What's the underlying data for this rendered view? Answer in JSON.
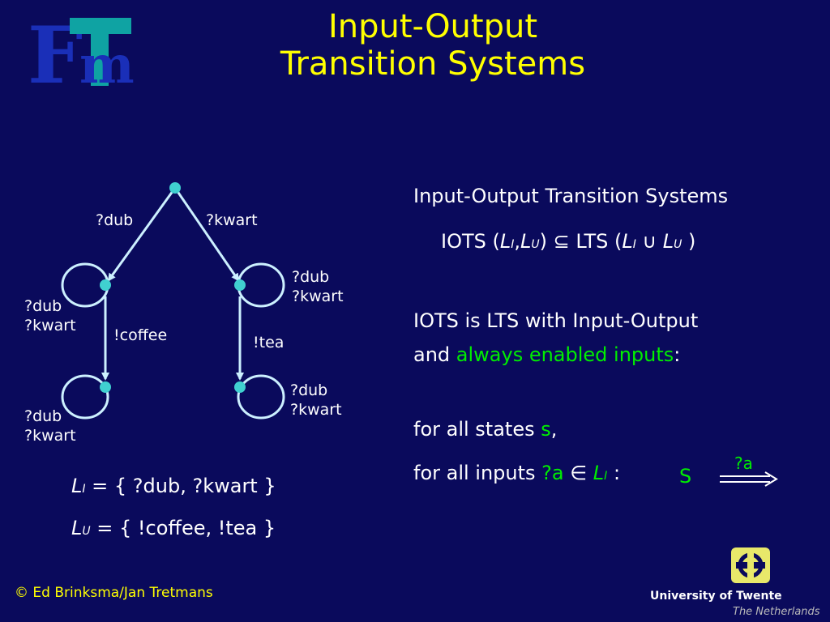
{
  "slide": {
    "logo_text": "Fm",
    "title_line1": "Input-Output",
    "title_line2": "Transition Systems"
  },
  "diagram": {
    "edge_labels": {
      "root_left": "?dub",
      "root_right": "?kwart",
      "left_down": "!coffee",
      "right_down": "!tea"
    },
    "loop_labels": {
      "left_mid": [
        "?dub",
        "?kwart"
      ],
      "right_mid": [
        "?dub",
        "?kwart"
      ],
      "left_bottom": [
        "?dub",
        "?kwart"
      ],
      "right_bottom": [
        "?dub",
        "?kwart"
      ]
    },
    "node_color": "#40d0d0",
    "edge_color": "#ccf0ff"
  },
  "sets": {
    "li_symbol": "L",
    "li_sub": "I",
    "li_value": "=  { ?dub, ?kwart }",
    "lu_symbol": "L",
    "lu_sub": "U",
    "lu_value": "=  { !coffee, !tea }"
  },
  "right_text": {
    "heading": "Input-Output Transition Systems",
    "iots_def_left": "IOTS (",
    "iots_def_mid": "  ⊆   LTS (",
    "iots_def_union": " ∪ ",
    "iots_line1": "IOTS is LTS with Input-Output",
    "iots_line2_prefix": "and ",
    "iots_line2_green": "always enabled inputs",
    "iots_line2_suffix": ":",
    "states_prefix": "for all states  ",
    "states_var": "s",
    "states_suffix": ",",
    "inputs_prefix": "for all inputs  ",
    "inputs_var": "?a",
    "inputs_elem": " ∈ ",
    "inputs_suffix": " :",
    "s_symbol": "S",
    "arrow_label": "?a"
  },
  "footer": {
    "copyright": "© Ed Brinksma/Jan Tretmans",
    "university": "University of Twente",
    "country": "The Netherlands"
  },
  "colors": {
    "background": "#0a0a5c",
    "title": "#ffff00",
    "highlight": "#00ee00",
    "logo_blue": "#1a2fb8",
    "logo_teal": "#0fa3a3"
  }
}
